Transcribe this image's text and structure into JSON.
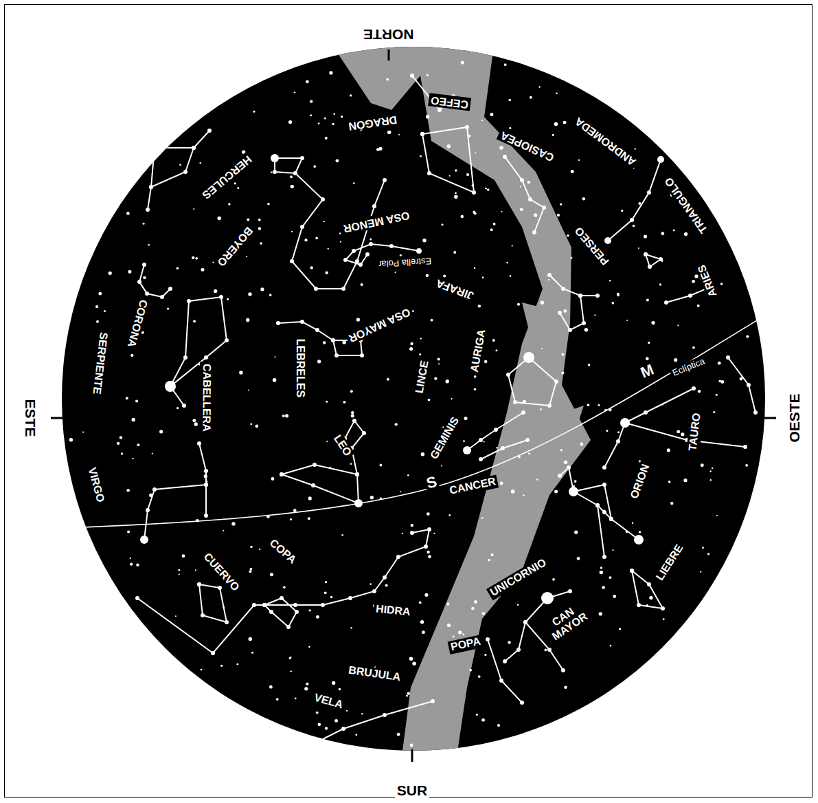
{
  "diagram": {
    "labels": [
      "NORTE",
      "CEFEO",
      "DRAGÓN",
      "CASIOPEA",
      "ANDROMEDA",
      "HERCULES",
      "OSA MENOR",
      "TRIANGULO",
      "PERSEO",
      "BOYERO",
      "Estrella Polar",
      "JIRAFA",
      "ARIES",
      "OSA MAYOR",
      "CORONA",
      "SERPIENTE",
      "M",
      "Eclíptica",
      "CABELLERA",
      "LEBRELES",
      "LINCE",
      "AURIGA",
      "ESTE",
      "OESTE",
      "TAURO",
      "GEMINIS",
      "LEO",
      "S",
      "CANCER",
      "ORION",
      "VIRGO",
      "LIEBRE",
      "CUERVO",
      "COPA",
      "UNICORNIO",
      "HIDRA",
      "CAN MAYOR",
      "POPA",
      "BRUJULA",
      "VELA",
      "SUR"
    ]
  }
}
